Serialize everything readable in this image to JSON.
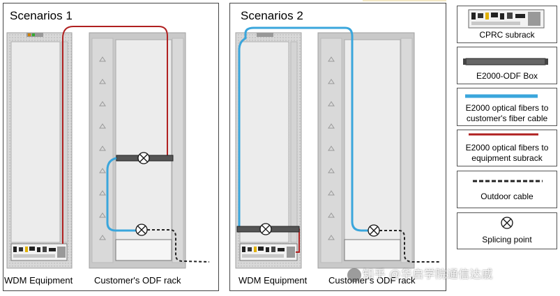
{
  "scenario1": {
    "title": "Scenarios 1",
    "wdm_label": "WDM Equipment",
    "odf_label": "Customer's ODF rack"
  },
  "scenario2": {
    "title": "Scenarios 2",
    "wdm_label": "WDM Equipment",
    "odf_label": "Customer's ODF rack"
  },
  "legend": {
    "cprc": {
      "label": "CPRC subrack",
      "icon": "subrack-icon"
    },
    "odf_box": {
      "label": "E2000-ODF Box",
      "icon": "odf-box-icon"
    },
    "blue_fiber": {
      "label": "E2000 optical fibers to customer's fiber cable",
      "color": "#3aa6dc",
      "icon": "blue-line-icon"
    },
    "red_fiber": {
      "label": "E2000 optical fibers to equipment subrack",
      "color": "#b02020",
      "icon": "red-line-icon"
    },
    "outdoor": {
      "label": "Outdoor cable",
      "icon": "dashed-line-icon"
    },
    "splice": {
      "label": "Splicing point",
      "icon": "splice-icon"
    }
  },
  "colors": {
    "blue_fiber": "#3aa6dc",
    "red_fiber": "#b02020",
    "rack_frame": "#b8b8b8",
    "rack_inner": "#ececec"
  },
  "watermark": "知乎 @华启学院通信达戚"
}
